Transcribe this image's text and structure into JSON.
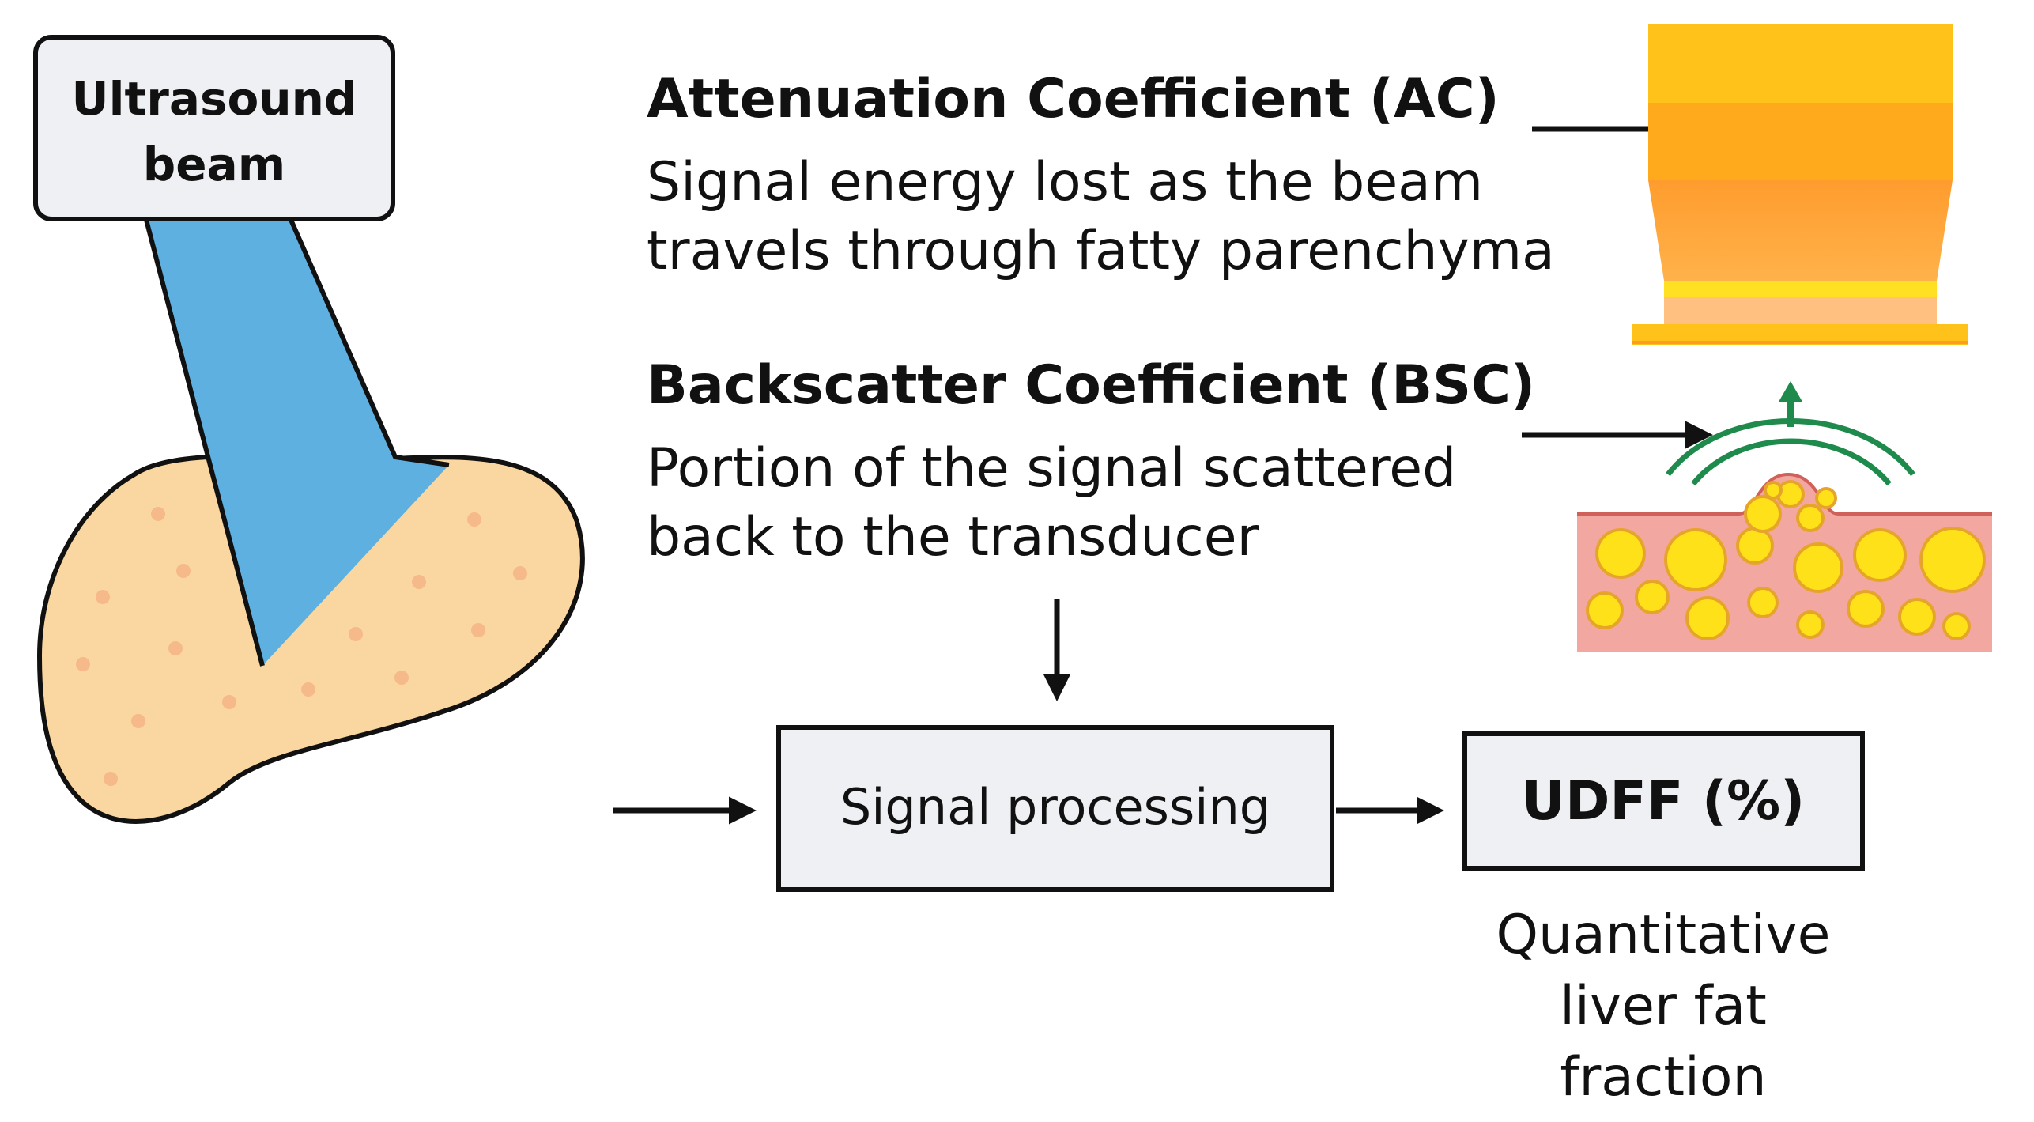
{
  "beam_label": {
    "line1": "Ultrasound",
    "line2": "beam"
  },
  "ac": {
    "title": "Attenuation Coefficient (AC)",
    "desc_line1": "Signal energy lost as the beam",
    "desc_line2": "travels through fatty parenchyma"
  },
  "bsc": {
    "title": "Backscatter Coefficient (BSC)",
    "desc_line1": "Portion of the signal scattered",
    "desc_line2": "back to the transducer"
  },
  "processing": {
    "label": "Signal processing"
  },
  "udff": {
    "label": "UDFF (%)",
    "caption_line1": "Quantitative",
    "caption_line2": "liver fat",
    "caption_line3": "fraction"
  },
  "colors": {
    "box_fill": "#EEF0F3",
    "box_stroke": "#222222",
    "beam": "#5DB0E0",
    "liver": "#FAD7A0",
    "liver_dots": "#F6B98A",
    "arrow": "#111111",
    "green_arrow": "#1E8A4C",
    "tissue": "#F2A7A0",
    "fat_droplet": "#FFE11A"
  }
}
